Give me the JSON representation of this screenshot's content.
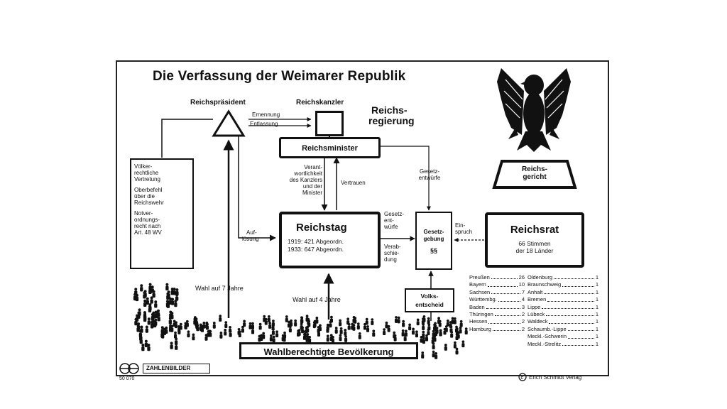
{
  "title": "Die Verfassung der Weimarer Republik",
  "reichspraesident": "Reichspräsident",
  "reichskanzler": "Reichskanzler",
  "reichsregierung": [
    "Reichs-",
    "regierung"
  ],
  "ernennung": "Ernennung",
  "entlassung": "Entlassung",
  "reichsminister": "Reichsminister",
  "praesident_rechte": [
    "Völker-",
    "rechtliche",
    "Vertretung",
    "Oberbefehl",
    "über die",
    "Reichswehr",
    "Notver-",
    "ordnungs-",
    "recht nach",
    "Art. 48 WV"
  ],
  "verantwortlichkeit": [
    "Verant-",
    "wortlichkeit",
    "des Kanzlers",
    "und der",
    "Minister"
  ],
  "vertrauen": "Vertrauen",
  "gesetzentwuerfe": [
    "Gesetz-",
    "entwürfe"
  ],
  "aufloesung": [
    "Auf-",
    "lösung"
  ],
  "reichstag": "Reichstag",
  "reichstag_sitze": [
    "1919: 421 Abgeordn.",
    "1933: 647 Abgeordn."
  ],
  "gesetzentwuerfe_rt": [
    "Gesetz-",
    "ent-",
    "würfe"
  ],
  "verabschiedung": [
    "Verab-",
    "schie-",
    "dung"
  ],
  "gesetzgebung": [
    "Gesetz-",
    "gebung"
  ],
  "einspruch": [
    "Ein-",
    "spruch"
  ],
  "reichsrat": "Reichsrat",
  "reichsrat_stimmen": [
    "66 Stimmen",
    "der 18 Länder"
  ],
  "reichsgericht": [
    "Reichs-",
    "gericht"
  ],
  "wahl_7": "Wahl auf 7 Jahre",
  "wahl_4": "Wahl auf 4 Jahre",
  "volksentscheid": [
    "Volks-",
    "entscheid"
  ],
  "bevoelkerung": "Wahlberechtigte Bevölkerung",
  "laender_left": [
    {
      "name": "Preußen",
      "n": "26"
    },
    {
      "name": "Bayern",
      "n": "10"
    },
    {
      "name": "Sachsen",
      "n": "7"
    },
    {
      "name": "Württembg.",
      "n": "4"
    },
    {
      "name": "Baden",
      "n": "3"
    },
    {
      "name": "Thüringen",
      "n": "2"
    },
    {
      "name": "Hessen",
      "n": "2"
    },
    {
      "name": "Hamburg",
      "n": "2"
    }
  ],
  "laender_right": [
    {
      "name": "Oldenburg",
      "n": "1"
    },
    {
      "name": "Braunschweig",
      "n": "1"
    },
    {
      "name": "Anhalt",
      "n": "1"
    },
    {
      "name": "Bremen",
      "n": "1"
    },
    {
      "name": "Lippe",
      "n": "1"
    },
    {
      "name": "Lübeck",
      "n": "1"
    },
    {
      "name": "Waldeck",
      "n": "1"
    },
    {
      "name": "Schaumb.-Lippe",
      "n": "1"
    },
    {
      "name": "Meckl.-Schwerin",
      "n": "1"
    },
    {
      "name": "Meckl.-Strelitz",
      "n": "1"
    }
  ],
  "publisher_series": "ZAHLENBILDER",
  "code": "50 070",
  "copyright": "Erich Schmidt Verlag"
}
